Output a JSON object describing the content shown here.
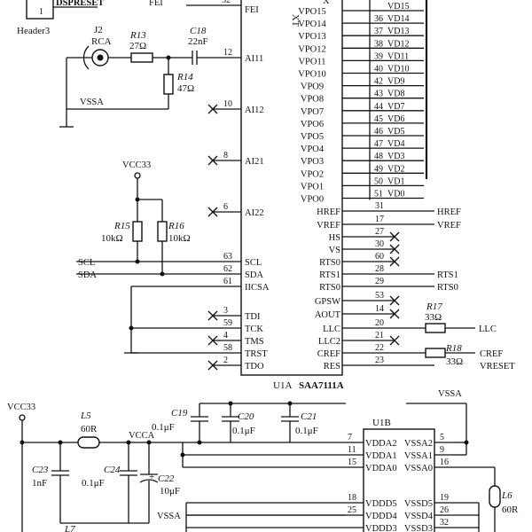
{
  "header3": {
    "pin1": "1",
    "net": "DSPRESET",
    "name": "Header3"
  },
  "u1a": {
    "name": "U1A",
    "part": "SAA7111A",
    "top_partial": "XT",
    "top_partial2": "X",
    "fei": {
      "pin": "32",
      "sig": "FEI",
      "net": "FEI"
    },
    "left_pins": [
      {
        "pin": "12",
        "sig": "AI11"
      },
      {
        "pin": "10",
        "sig": "AI12"
      },
      {
        "pin": "8",
        "sig": "AI21"
      },
      {
        "pin": "6",
        "sig": "AI22"
      },
      {
        "pin": "63",
        "sig": "SCL"
      },
      {
        "pin": "62",
        "sig": "SDA"
      },
      {
        "pin": "61",
        "sig": "IICSA"
      },
      {
        "pin": "3",
        "sig": "TDI"
      },
      {
        "pin": "59",
        "sig": "TCK"
      },
      {
        "pin": "4",
        "sig": "TMS"
      },
      {
        "pin": "58",
        "sig": "TRST"
      },
      {
        "pin": "2",
        "sig": "TDO"
      }
    ],
    "vpo_pins": [
      {
        "sig": "VPO15",
        "pin": "",
        "net": "VD15"
      },
      {
        "sig": "VPO14",
        "pin": "36",
        "net": "VD14"
      },
      {
        "sig": "VPO13",
        "pin": "37",
        "net": "VD13"
      },
      {
        "sig": "VPO12",
        "pin": "38",
        "net": "VD12"
      },
      {
        "sig": "VPO11",
        "pin": "39",
        "net": "VD11"
      },
      {
        "sig": "VPO10",
        "pin": "40",
        "net": "VD10"
      },
      {
        "sig": "VPO9",
        "pin": "42",
        "net": "VD9"
      },
      {
        "sig": "VPO8",
        "pin": "43",
        "net": "VD8"
      },
      {
        "sig": "VPO7",
        "pin": "44",
        "net": "VD7"
      },
      {
        "sig": "VPO6",
        "pin": "45",
        "net": "VD6"
      },
      {
        "sig": "VPO5",
        "pin": "46",
        "net": "VD5"
      },
      {
        "sig": "VPO4",
        "pin": "47",
        "net": "VD4"
      },
      {
        "sig": "VPO3",
        "pin": "48",
        "net": "VD3"
      },
      {
        "sig": "VPO2",
        "pin": "49",
        "net": "VD2"
      },
      {
        "sig": "VPO1",
        "pin": "50",
        "net": "VD1"
      },
      {
        "sig": "VPO0",
        "pin": "51",
        "net": "VD0"
      }
    ],
    "right_pins": [
      {
        "sig": "HREF",
        "pin": "31",
        "net": "HREF",
        "nc": false
      },
      {
        "sig": "VREF",
        "pin": "17",
        "net": "VREF",
        "nc": false
      },
      {
        "sig": "HS",
        "pin": "27",
        "net": "",
        "nc": true
      },
      {
        "sig": "VS",
        "pin": "30",
        "net": "",
        "nc": true
      },
      {
        "sig": "RTS0",
        "pin": "60",
        "net": "",
        "nc": true
      },
      {
        "sig": "RTS1",
        "pin": "28",
        "net": "RTS1",
        "nc": false
      },
      {
        "sig": "RTS0",
        "pin": "29",
        "net": "RTS0",
        "nc": false
      },
      {
        "sig": "GPSW",
        "pin": "53",
        "net": "",
        "nc": true
      },
      {
        "sig": "AOUT",
        "pin": "14",
        "net": "",
        "nc": true
      },
      {
        "sig": "LLC",
        "pin": "20",
        "net": "LLC",
        "nc": false
      },
      {
        "sig": "LLC2",
        "pin": "21",
        "net": "",
        "nc": true
      },
      {
        "sig": "CREF",
        "pin": "22",
        "net": "CREF",
        "nc": false
      },
      {
        "sig": "RES",
        "pin": "23",
        "net": "VRESET",
        "nc": false
      }
    ]
  },
  "j2": {
    "ref": "J2",
    "type": "RCA"
  },
  "r13": {
    "ref": "R13",
    "value": "27Ω"
  },
  "c18": {
    "ref": "C18",
    "value": "22nF"
  },
  "r14": {
    "ref": "R14",
    "value": "47Ω"
  },
  "r15": {
    "ref": "R15",
    "value": "10kΩ"
  },
  "r16": {
    "ref": "R16",
    "value": "10kΩ"
  },
  "r17": {
    "ref": "R17",
    "value": "33Ω"
  },
  "r18": {
    "ref": "R18",
    "value": "33Ω"
  },
  "nets": {
    "vssa": "VSSA",
    "vcc33": "VCC33",
    "scl": "SCL",
    "sda": "SDA",
    "vcca": "VCCA"
  },
  "u1b": {
    "name": "U1B",
    "left_pins": [
      {
        "pin": "7",
        "sig": "VDDA2"
      },
      {
        "pin": "11",
        "sig": "VDDA1"
      },
      {
        "pin": "15",
        "sig": "VDDA0"
      },
      {
        "pin": "18",
        "sig": "VDDD5"
      },
      {
        "pin": "25",
        "sig": "VDDD4"
      },
      {
        "pin": "",
        "sig": "VDDD3"
      }
    ],
    "right_pins": [
      {
        "pin": "5",
        "sig": "VSSA2"
      },
      {
        "pin": "9",
        "sig": "VSSA1"
      },
      {
        "pin": "16",
        "sig": "VSSA0"
      },
      {
        "pin": "19",
        "sig": "VSSD5"
      },
      {
        "pin": "26",
        "sig": "VSSD4"
      },
      {
        "pin": "32",
        "sig": "VSSD3"
      }
    ]
  },
  "l5": {
    "ref": "L5",
    "value": "60R"
  },
  "l6": {
    "ref": "L6",
    "value": "60R"
  },
  "l7": {
    "ref": "L7"
  },
  "c19": {
    "ref": "C19",
    "value": "0.1μF"
  },
  "c20": {
    "ref": "C20",
    "value": "0.1μF"
  },
  "c21": {
    "ref": "C21",
    "value": "0.1μF"
  },
  "c22": {
    "ref": "C22",
    "value": "10μF"
  },
  "c23": {
    "ref": "C23",
    "value": "1nF"
  },
  "c24": {
    "ref": "C24",
    "value": "0.1μF"
  }
}
